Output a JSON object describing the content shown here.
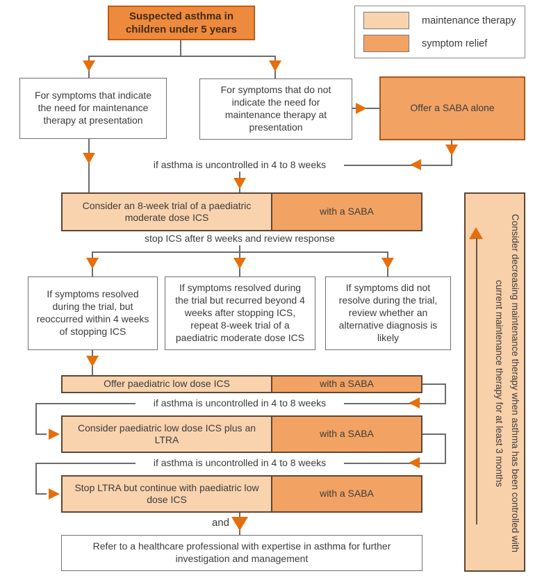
{
  "colors": {
    "header_fill": "#EE8A3D",
    "header_border": "#C05A10",
    "maintenance_fill": "#F9D3AE",
    "relief_fill": "#F2A364",
    "note_fill": "#F8D0AA",
    "split_border": "#5E4633",
    "line": "#6B6B6B",
    "arrow": "#E56F0D",
    "text": "#3B3B3B"
  },
  "legend": {
    "items": [
      {
        "label": "maintenance therapy",
        "type": "maintenance"
      },
      {
        "label": "symptom relief",
        "type": "relief"
      }
    ]
  },
  "nodes": {
    "start": "Suspected asthma in children under 5 years",
    "indicate": "For symptoms that indicate the need for maintenance therapy at presentation",
    "not_indicate": "For symptoms that do not indicate the need for maintenance therapy at presentation",
    "saba_alone": "Offer a SABA alone",
    "trial_ics": "Consider an 8-week trial of a paediatric moderate dose ICS",
    "with_saba": "with a SABA",
    "resolved_early": "If symptoms resolved during the trial, but reoccurred within 4 weeks of stopping ICS",
    "resolved_late": "If symptoms resolved during the trial but recurred beyond 4 weeks after stopping ICS, repeat 8-week trial of a paediatric moderate dose ICS",
    "not_resolved": "If symptoms did not resolve during the trial, review whether an alternative diagnosis is likely",
    "low_dose_ics": "Offer paediatric low dose ICS",
    "ics_plus_ltra": "Consider paediatric low dose ICS plus an LTRA",
    "stop_ltra": "Stop LTRA but continue with paediatric low dose ICS",
    "refer": "Refer to a healthcare professional with expertise in asthma for further investigation and management",
    "maintenance_note": "Consider decreasing maintenance therapy when asthma has been controlled with current maintenance therapy for at least 3 months"
  },
  "labels": {
    "uncontrolled": "if asthma is uncontrolled in 4 to 8 weeks",
    "stop_ics": "stop ICS after 8 weeks and review response",
    "and": "and"
  }
}
